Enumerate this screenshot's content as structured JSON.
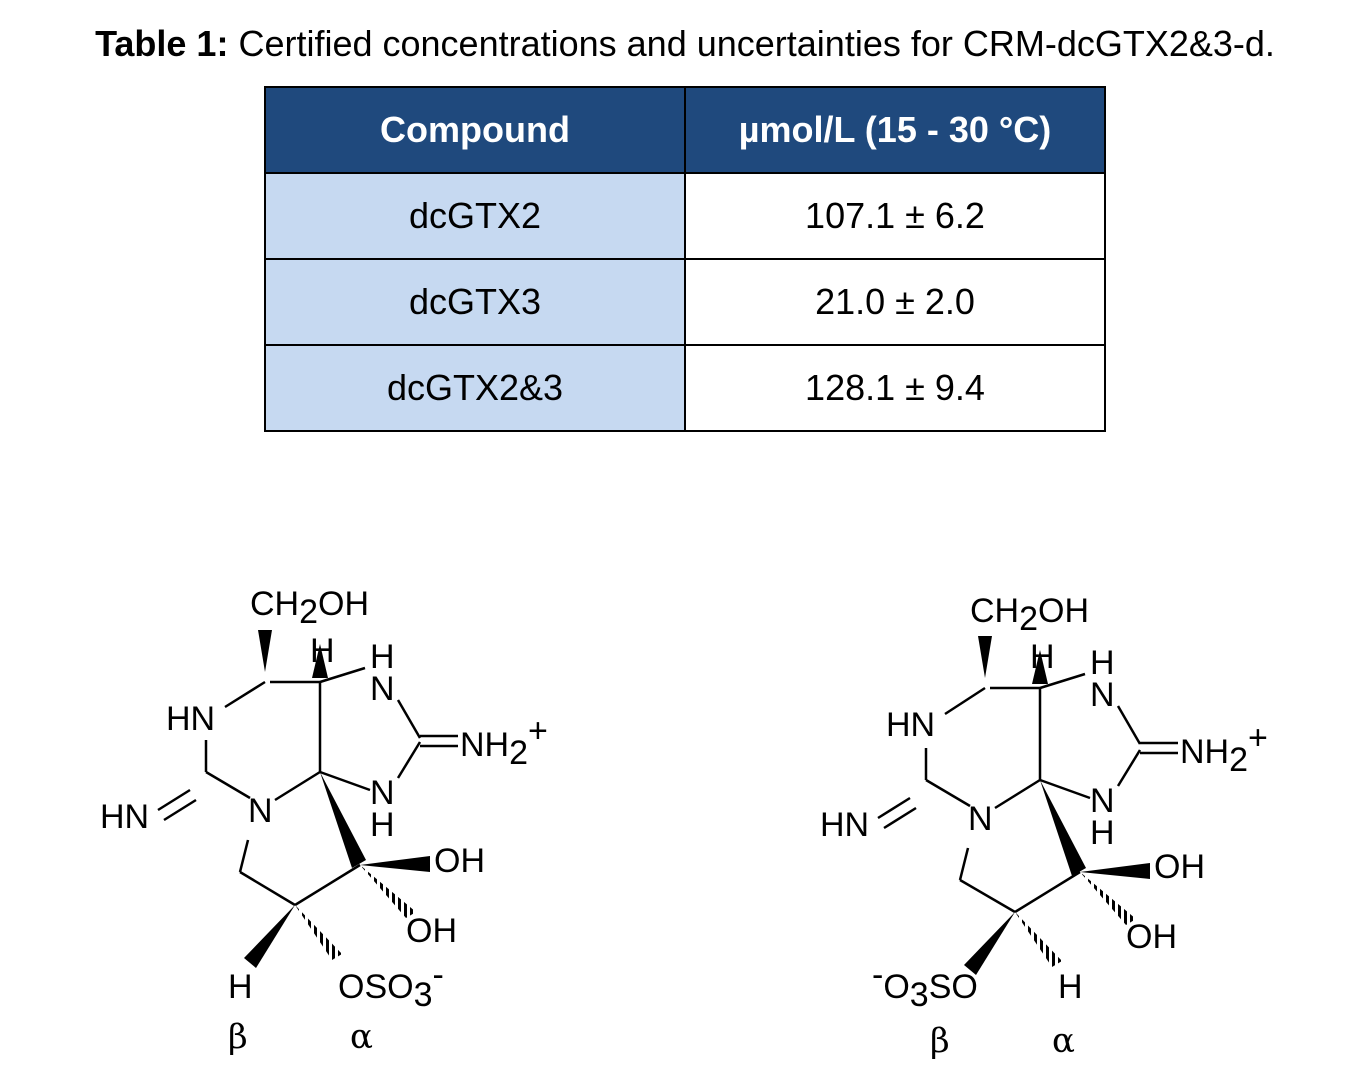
{
  "caption": {
    "label": "Table 1:",
    "text": " Certified concentrations and uncertainties for CRM-dcGTX2&3-d."
  },
  "table": {
    "headers": [
      "Compound",
      "µmol/L (15 - 30 °C)"
    ],
    "rows": [
      {
        "compound": "dcGTX2",
        "value": "107.1 ± 6.2"
      },
      {
        "compound": "dcGTX3",
        "value": "21.0 ± 2.0"
      },
      {
        "compound": "dcGTX2&3",
        "value": "128.1 ± 9.4"
      }
    ]
  },
  "structures": [
    {
      "ch2oh": [
        "CH",
        "2",
        "OH"
      ],
      "h_top": "H",
      "nh_top": [
        "H",
        "N"
      ],
      "hn_upper": "HN",
      "n_lower": "N",
      "hn_imine": "HN",
      "nh2": [
        "NH",
        "2",
        "+"
      ],
      "nh_bottom": [
        "N",
        "H"
      ],
      "oh1": "OH",
      "oh2": "OH",
      "h_bottom": "H",
      "oso3": [
        "OSO",
        "3",
        "-"
      ],
      "beta": "β",
      "alpha": "α"
    },
    {
      "ch2oh": [
        "CH",
        "2",
        "OH"
      ],
      "h_top": "H",
      "nh_top": [
        "H",
        "N"
      ],
      "hn_upper": "HN",
      "n_lower": "N",
      "hn_imine": "HN",
      "nh2": [
        "NH",
        "2",
        "+"
      ],
      "nh_bottom": [
        "N",
        "H"
      ],
      "oh1": "OH",
      "oh2": "OH",
      "h_bottom": "H",
      "o3so": [
        "-",
        "O",
        "3",
        "SO"
      ],
      "beta": "β",
      "alpha": "α"
    }
  ]
}
